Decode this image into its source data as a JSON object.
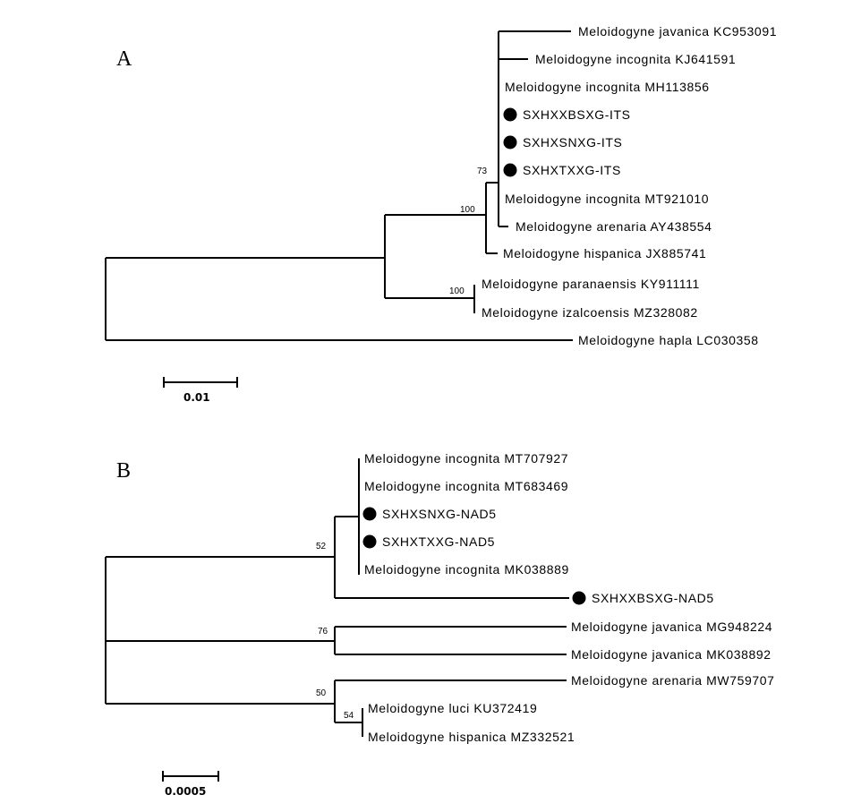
{
  "panels": [
    {
      "label": "A",
      "scale": "0.01",
      "bootstraps": [
        "73",
        "100",
        "100"
      ],
      "taxa": [
        {
          "name": "Meloidogyne javanica KC953091",
          "marked": false
        },
        {
          "name": "Meloidogyne incognita KJ641591",
          "marked": false
        },
        {
          "name": "Meloidogyne incognita MH113856",
          "marked": false
        },
        {
          "name": "SXHXXBSXG-ITS",
          "marked": true
        },
        {
          "name": "SXHXSNXG-ITS",
          "marked": true
        },
        {
          "name": "SXHXTXXG-ITS",
          "marked": true
        },
        {
          "name": "Meloidogyne incognita MT921010",
          "marked": false
        },
        {
          "name": "Meloidogyne arenaria AY438554",
          "marked": false
        },
        {
          "name": "Meloidogyne hispanica JX885741",
          "marked": false
        },
        {
          "name": "Meloidogyne paranaensis KY911111",
          "marked": false
        },
        {
          "name": "Meloidogyne izalcoensis MZ328082",
          "marked": false
        },
        {
          "name": "Meloidogyne hapla LC030358",
          "marked": false
        }
      ]
    },
    {
      "label": "B",
      "scale": "0.0005",
      "bootstraps": [
        "52",
        "76",
        "50",
        "54"
      ],
      "taxa": [
        {
          "name": "Meloidogyne incognita MT707927",
          "marked": false
        },
        {
          "name": "Meloidogyne incognita MT683469",
          "marked": false
        },
        {
          "name": "SXHXSNXG-NAD5",
          "marked": true
        },
        {
          "name": "SXHXTXXG-NAD5",
          "marked": true
        },
        {
          "name": "Meloidogyne incognita MK038889",
          "marked": false
        },
        {
          "name": "SXHXXBSXG-NAD5",
          "marked": true
        },
        {
          "name": "Meloidogyne javanica MG948224",
          "marked": false
        },
        {
          "name": "Meloidogyne javanica MK038892",
          "marked": false
        },
        {
          "name": "Meloidogyne arenaria MW759707",
          "marked": false
        },
        {
          "name": "Meloidogyne luci KU372419",
          "marked": false
        },
        {
          "name": "Meloidogyne hispanica MZ332521",
          "marked": false
        }
      ]
    }
  ]
}
